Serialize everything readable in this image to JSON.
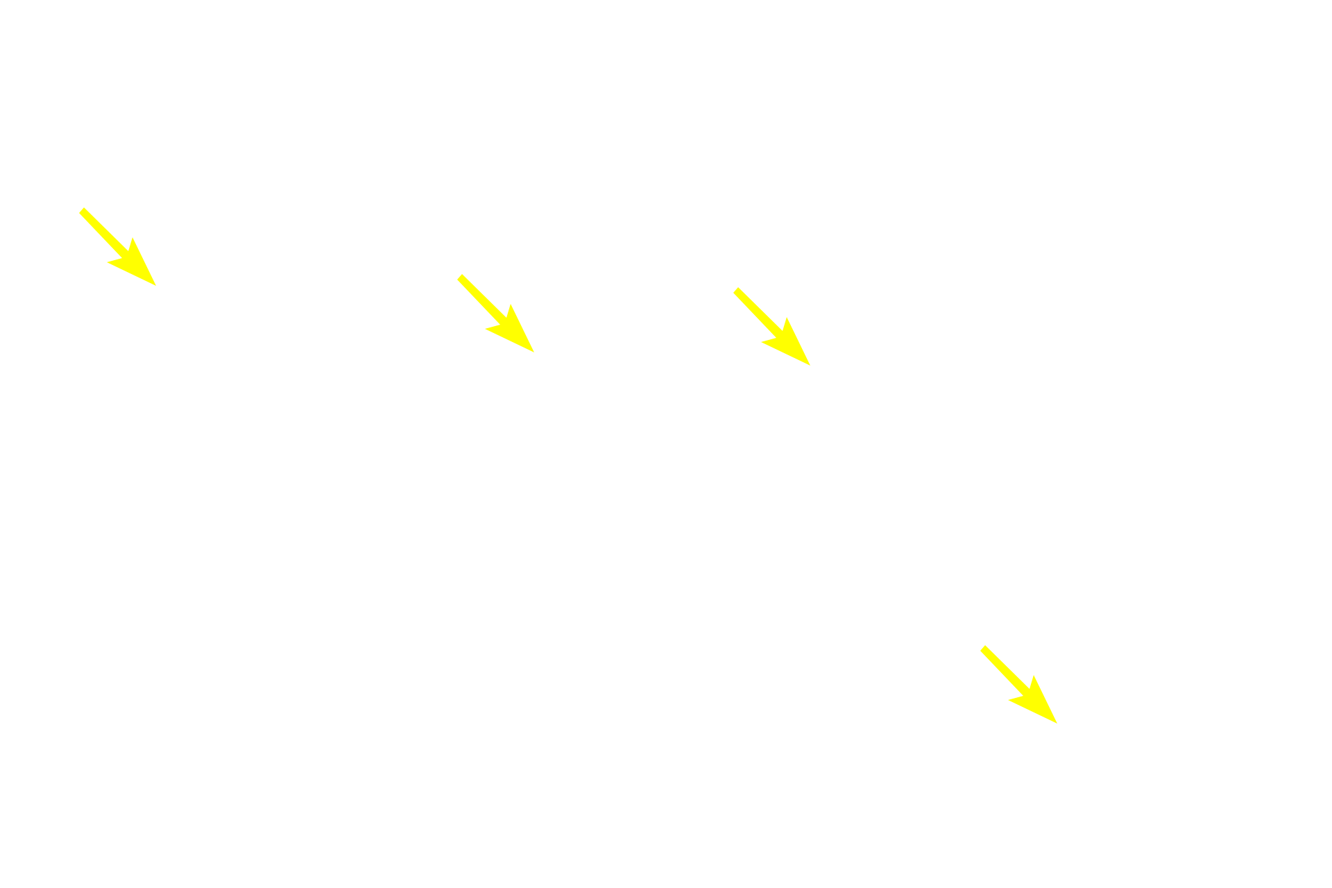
{
  "canvas": {
    "background": "#FFFFFF"
  },
  "annotations": {
    "arrow_color": "#FFFF00",
    "arrow_direction": "down-right",
    "arrows": [
      {
        "id": "arrow-1"
      },
      {
        "id": "arrow-2"
      },
      {
        "id": "arrow-3"
      },
      {
        "id": "arrow-4"
      }
    ]
  }
}
